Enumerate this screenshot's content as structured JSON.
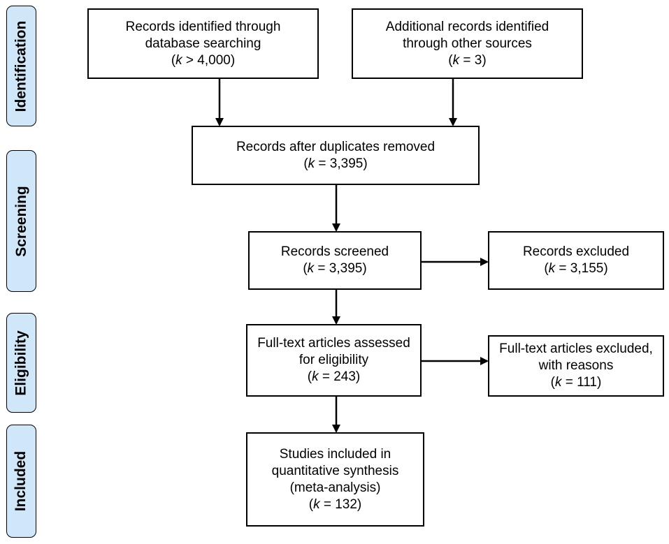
{
  "phases": {
    "identification": "Identification",
    "screening": "Screening",
    "eligibility": "Eligibility",
    "included": "Included"
  },
  "boxes": {
    "database": {
      "lines": [
        "Records identified through",
        "database searching"
      ],
      "k_prefix": "(",
      "k_var": "k",
      "k_rel": " > 4,000)"
    },
    "other": {
      "lines": [
        "Additional records identified",
        "through other sources"
      ],
      "k_prefix": "(",
      "k_var": "k",
      "k_rel": " = 3)"
    },
    "duplicates": {
      "lines": [
        "Records after duplicates removed"
      ],
      "k_prefix": "(",
      "k_var": "k",
      "k_rel": " = 3,395)"
    },
    "screened": {
      "lines": [
        "Records screened"
      ],
      "k_prefix": "(",
      "k_var": "k",
      "k_rel": " = 3,395)"
    },
    "excluded": {
      "lines": [
        "Records excluded"
      ],
      "k_prefix": "(",
      "k_var": "k",
      "k_rel": " = 3,155)"
    },
    "fulltext": {
      "lines": [
        "Full-text articles assessed",
        "for eligibility"
      ],
      "k_prefix": "(",
      "k_var": "k",
      "k_rel": " = 243)"
    },
    "fulltext_excluded": {
      "lines": [
        "Full-text articles excluded,",
        "with reasons"
      ],
      "k_prefix": "(",
      "k_var": "k",
      "k_rel": " = 111)"
    },
    "included": {
      "lines": [
        "Studies included in",
        "quantitative synthesis",
        "(meta-analysis)"
      ],
      "k_prefix": "(",
      "k_var": "k",
      "k_rel": " = 132)"
    }
  }
}
